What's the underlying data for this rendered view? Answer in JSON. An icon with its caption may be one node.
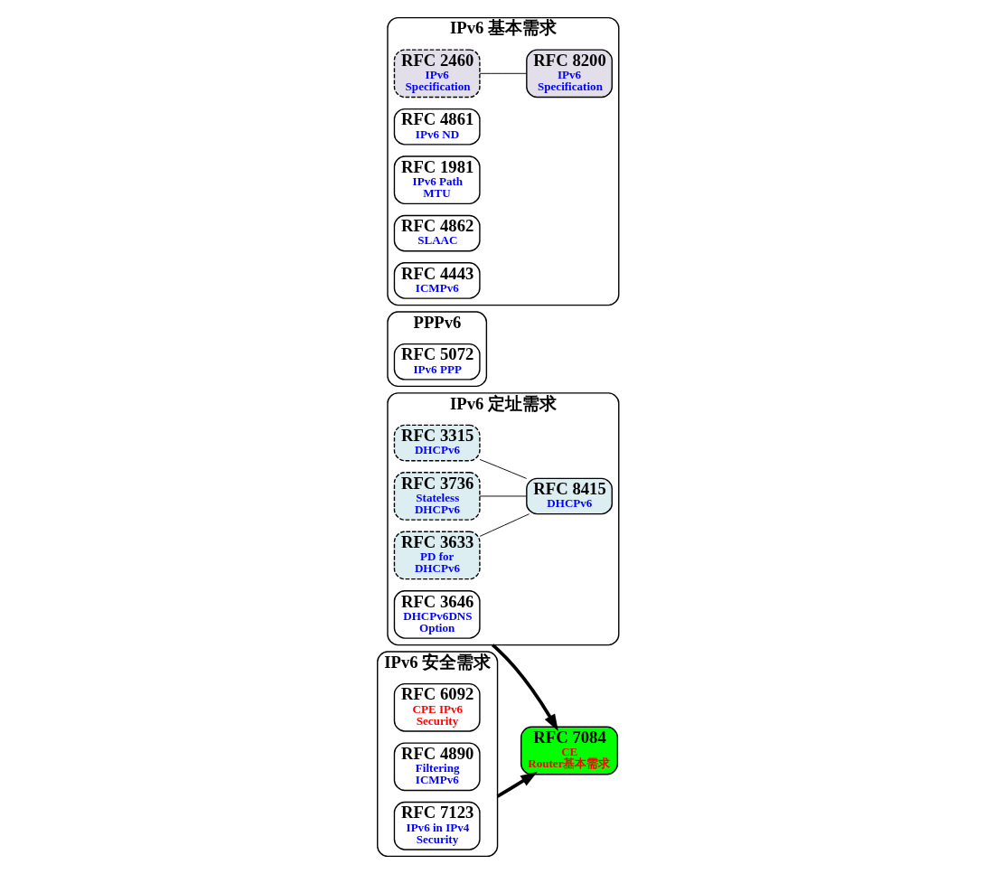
{
  "diagram": {
    "nodes": [
      {
        "text": [
          "IPv6 定址需求"
        ]
      },
      {
        "text": [
          "RFC 3315",
          "DHCPv6"
        ],
        "in": 0
      },
      {
        "text": [
          "RFC 3736",
          "Stateless DHCPv6"
        ],
        "in": 0
      },
      {
        "text": [
          "RFC 3633",
          "PD for DHCPv6"
        ],
        "in": 0
      },
      {
        "text": [
          "RFC 8415",
          "DHCPv6"
        ],
        "in": 0
      },
      {
        "text": [
          "RFC 3646",
          "DHCPv6DNS Option"
        ],
        "in": 0
      },
      {
        "text": [
          "PPPv6"
        ]
      },
      {
        "text": [
          "RFC 5072",
          "IPv6 PPP"
        ],
        "in": 6
      },
      {
        "text": [
          "RFC 7084",
          "CE Router基本需求"
        ]
      },
      {
        "text": [
          "IPv6 安全需求"
        ]
      },
      {
        "text": [
          "RFC 6092",
          "CPE IPv6 Security"
        ],
        "in": 9
      },
      {
        "text": [
          "RFC 4890",
          "Filtering ICMPv6"
        ],
        "in": 9
      },
      {
        "text": [
          "RFC 7123",
          "IPv6 in IPv4 Security"
        ],
        "in": 9
      },
      {
        "text": [
          "IPv6 基本需求"
        ]
      },
      {
        "text": [
          "RFC 2460",
          "IPv6 Specification"
        ],
        "in": 13
      },
      {
        "text": [
          "RFC 8200",
          "IPv6 Specification"
        ],
        "in": 13
      },
      {
        "text": [
          "RFC 4861",
          "IPv6 ND"
        ],
        "in": 13
      },
      {
        "text": [
          "RFC 1981",
          "IPv6 Path MTU"
        ],
        "in": 13
      },
      {
        "text": [
          "RFC 4862",
          "SLAAC"
        ],
        "in": 13
      },
      {
        "text": [
          "RFC 4443",
          "ICMPv6"
        ],
        "in": 13
      }
    ],
    "edges": [
      {
        "from": 1,
        "to": 4,
        "arrow": "none"
      },
      {
        "from": 2,
        "to": 4,
        "arrow": "none"
      },
      {
        "from": 3,
        "to": 4,
        "arrow": "none"
      },
      {
        "from": 14,
        "to": 15,
        "arrow": "none"
      },
      {
        "from": 0,
        "to": 8,
        "arrow": "to",
        "style": "thick"
      },
      {
        "from": 9,
        "to": 8,
        "arrow": "to",
        "style": "thick"
      }
    ]
  }
}
